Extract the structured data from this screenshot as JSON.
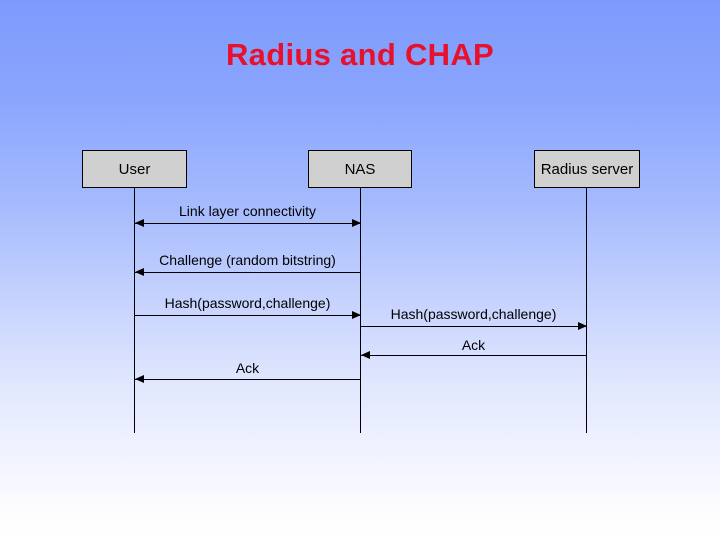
{
  "slide": {
    "title": "Radius and CHAP",
    "title_color": "#e8112d",
    "background_top_color": "#7c9bfc",
    "background_bottom_color": "#ffffff"
  },
  "diagram": {
    "type": "sequence-diagram",
    "actor_box_fill": "#d0d0d0",
    "actor_box_border": "#000000",
    "actors": [
      {
        "id": "user",
        "label": "User"
      },
      {
        "id": "nas",
        "label": "NAS"
      },
      {
        "id": "radius",
        "label": "Radius server"
      }
    ],
    "messages": [
      {
        "id": "link-layer-connectivity",
        "label": "Link layer connectivity",
        "from": "user",
        "to": "nas",
        "direction": "both"
      },
      {
        "id": "challenge",
        "label": "Challenge (random bitstring)",
        "from": "nas",
        "to": "user",
        "direction": "left"
      },
      {
        "id": "hash-user-nas",
        "label": "Hash(password,challenge)",
        "from": "user",
        "to": "nas",
        "direction": "right"
      },
      {
        "id": "hash-nas-radius",
        "label": "Hash(password,challenge)",
        "from": "nas",
        "to": "radius",
        "direction": "right"
      },
      {
        "id": "ack-radius-nas",
        "label": "Ack",
        "from": "radius",
        "to": "nas",
        "direction": "left"
      },
      {
        "id": "ack-nas-user",
        "label": "Ack",
        "from": "nas",
        "to": "user",
        "direction": "left"
      }
    ]
  }
}
